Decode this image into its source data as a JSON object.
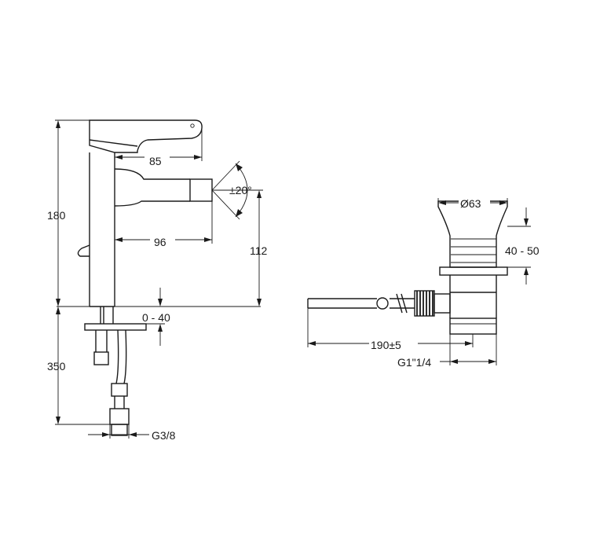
{
  "faucet": {
    "label_height_total": "180",
    "label_reach_lever": "85",
    "label_swivel": "±20°",
    "label_reach_spout": "96",
    "label_spout_height": "112",
    "label_deck_thickness": "0 - 40",
    "label_hose_length": "350",
    "label_connection": "G3/8"
  },
  "waste": {
    "label_diameter": "Ø63",
    "label_plug_height": "40 - 50",
    "label_rod_length": "190±5",
    "label_thread": "G1\"1/4"
  }
}
